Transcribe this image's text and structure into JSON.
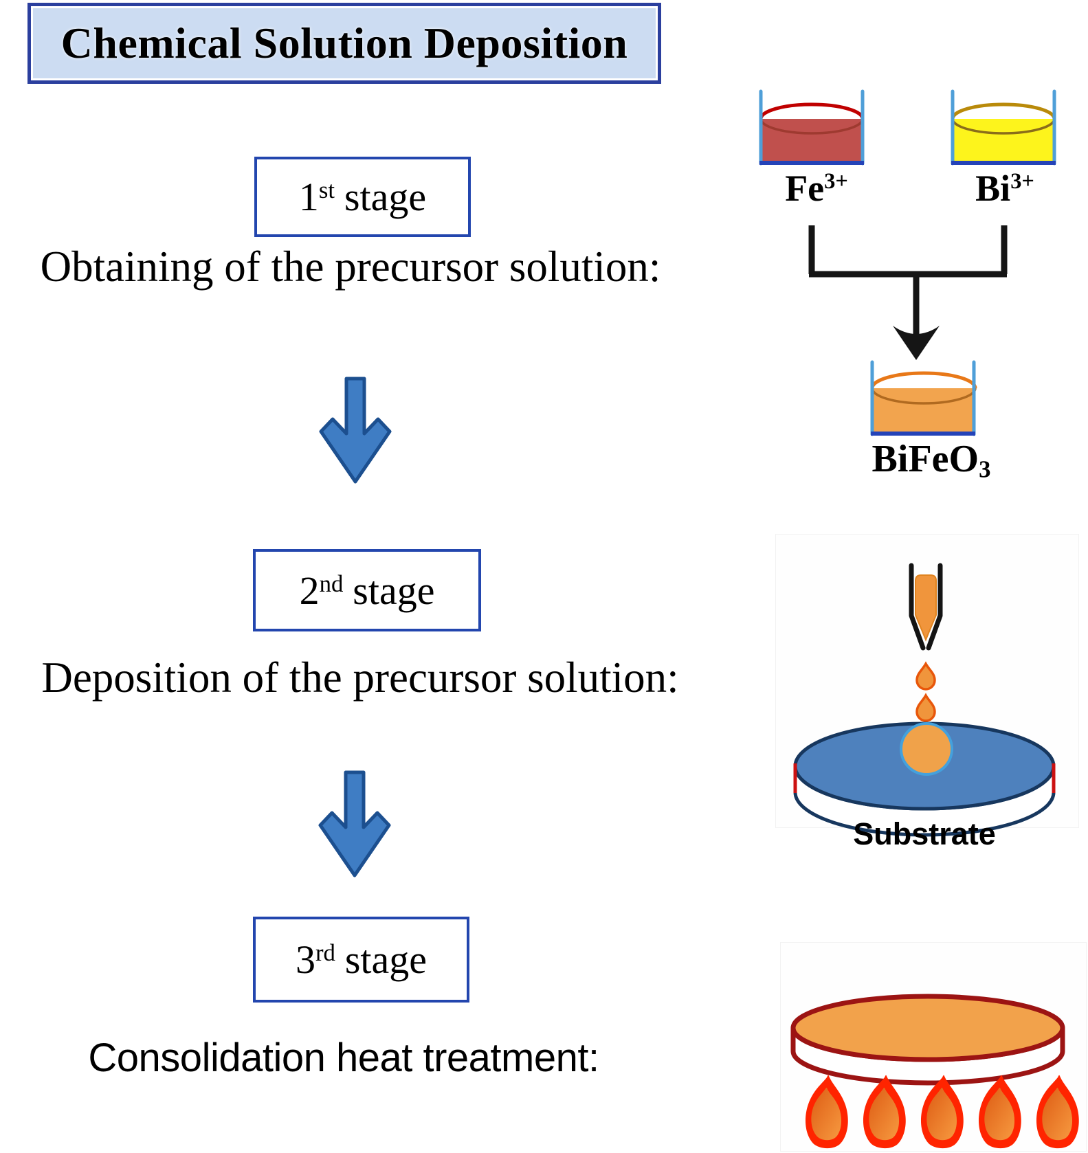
{
  "title": "Chemical Solution Deposition",
  "stage_boxes": [
    {
      "num": "1",
      "ord": "st",
      "word": "stage"
    },
    {
      "num": "2",
      "ord": "nd",
      "word": "stage"
    },
    {
      "num": "3",
      "ord": "rd",
      "word": "stage"
    }
  ],
  "captions": {
    "stage1": "Obtaining of the precursor solution:",
    "stage2": "Deposition of the precursor solution:",
    "stage3": "Consolidation heat treatment:"
  },
  "labels": {
    "fe_base": "Fe",
    "fe_sup": "3+",
    "bi_base": "Bi",
    "bi_sup": "3+",
    "bifeo_base": "BiFeO",
    "bifeo_sub": "3",
    "substrate": "Substrate"
  },
  "icons": [
    "fe-beaker-icon",
    "bi-beaker-icon",
    "bifeo-beaker-icon",
    "merge-bracket-arrow-icon",
    "down-arrow-icon",
    "pipette-icon",
    "droplet-icon",
    "substrate-disk-icon",
    "heated-disk-icon",
    "flame-icon"
  ],
  "colors": {
    "title_bg": "#ccdcf2",
    "title_border": "#2b3f9e",
    "box_border": "#2346ae",
    "arrow_fill": "#3f7dc4",
    "arrow_stroke": "#1c4f8f",
    "fe_liquid": "#c0504d",
    "fe_rim": "#c00000",
    "bi_liquid": "#fdf41c",
    "bi_rim": "#b98a0a",
    "bifeo_liquid": "#f2a44e",
    "bifeo_rim": "#e87818",
    "beaker_wall": "#4f9fd8",
    "connector": "#151515",
    "drop_fill": "#f0953c",
    "spot_fill": "#f0a24a",
    "substrate_fill": "#4e81bd",
    "substrate_stroke": "#17375e",
    "substrate_edge_red": "#cc1111",
    "disk_fill": "#f2a24b",
    "disk_stroke": "#9c1413",
    "flame_outer": "#ff2400",
    "flame_inner": "#f08030"
  }
}
